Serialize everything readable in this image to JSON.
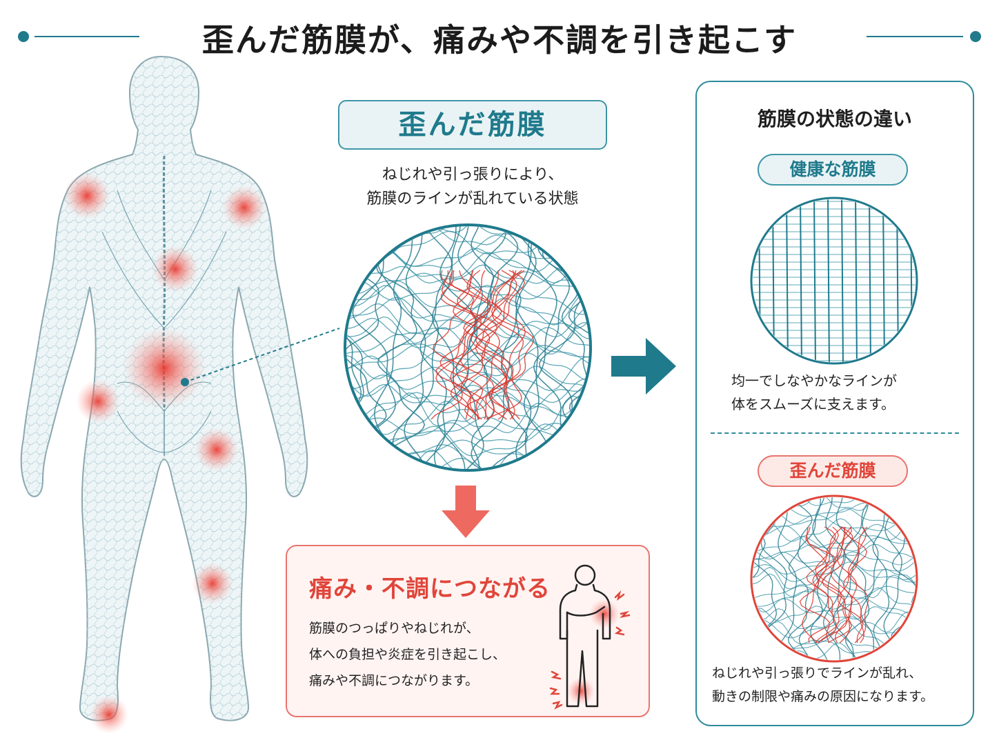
{
  "header": {
    "title": "歪んだ筋膜が、痛みや不調を引き起こす"
  },
  "center": {
    "title": "歪んだ筋膜",
    "description_lines": [
      "ねじれや引っ張りにより、",
      "筋膜のラインが乱れている状態"
    ]
  },
  "pain_box": {
    "title": "痛み・不調につながる",
    "description_lines": [
      "筋膜のつっぱりやねじれが、",
      "体への負担や炎症を引き起こし、",
      "痛みや不調につながります。"
    ]
  },
  "comparison": {
    "title": "筋膜の状態の違い",
    "healthy": {
      "label": "健康な筋膜",
      "description_lines": [
        "均一でしなやかなラインが",
        "体をスムーズに支えます。"
      ]
    },
    "distorted": {
      "label": "歪んだ筋膜",
      "description_lines": [
        "ねじれや引っ張りでラインが乱れ、",
        "動きの制限や痛みの原因になります。"
      ]
    }
  },
  "colors": {
    "teal": "#1f7a8c",
    "teal_light": "#e9f3f5",
    "red": "#e0453a",
    "red_light": "#fdeae7",
    "body_outline": "#8aa6ae"
  },
  "icons": {
    "body": "human-back-view-icon",
    "pain_spot": "pain-spot-icon",
    "arrow_right": "arrow-right-icon",
    "arrow_down": "arrow-down-icon",
    "pain_person": "person-in-pain-icon"
  }
}
